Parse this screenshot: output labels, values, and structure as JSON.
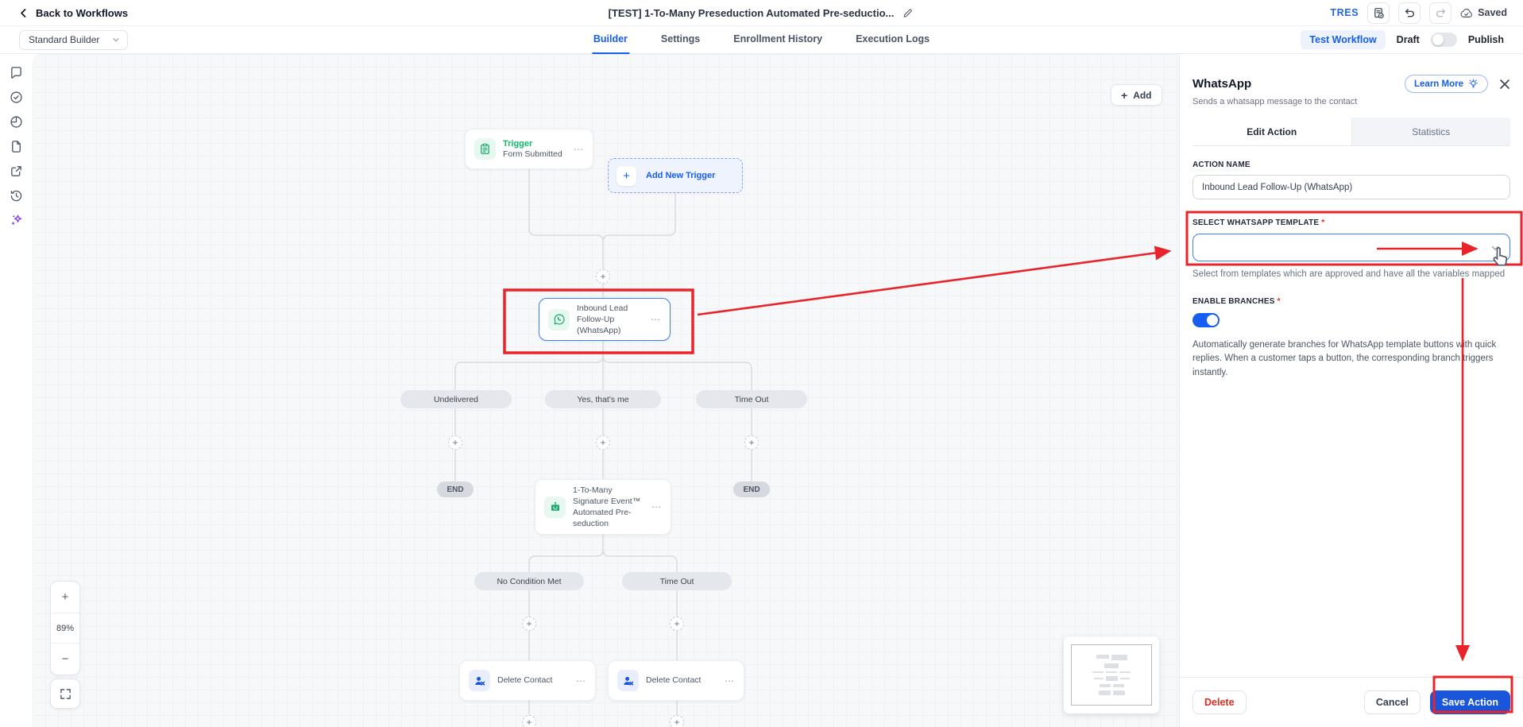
{
  "topbar": {
    "back_label": "Back to Workflows",
    "title": "[TEST] 1-To-Many Preseduction Automated Pre-seductio...",
    "logo": "TRES",
    "saved_label": "Saved"
  },
  "toolbar": {
    "builder_select": "Standard Builder",
    "tabs": [
      {
        "label": "Builder"
      },
      {
        "label": "Settings"
      },
      {
        "label": "Enrollment History"
      },
      {
        "label": "Execution Logs"
      }
    ],
    "test_workflow": "Test Workflow",
    "draft_label": "Draft",
    "publish_label": "Publish"
  },
  "canvas": {
    "add_button": "Add",
    "zoom_level": "89%",
    "trigger_node": {
      "title": "Trigger",
      "subtitle": "Form Submitted"
    },
    "add_new_trigger": "Add New Trigger",
    "whatsapp_node": {
      "label": "Inbound Lead Follow-Up (WhatsApp)"
    },
    "branches": [
      "Undelivered",
      "Yes, that's me",
      "Time Out"
    ],
    "end_label": "END",
    "signature_node": {
      "label": "1-To-Many Signature Event™ Automated Pre-seduction"
    },
    "bottom_branches": [
      "No Condition Met",
      "Time Out"
    ],
    "delete_nodes": [
      "Delete Contact",
      "Delete Contact"
    ]
  },
  "panel": {
    "title": "WhatsApp",
    "subtitle": "Sends a whatsapp message to the contact",
    "learn_more": "Learn More",
    "tabs": {
      "edit": "Edit Action",
      "stats": "Statistics"
    },
    "action_name": {
      "label": "ACTION NAME",
      "value": "Inbound Lead Follow-Up (WhatsApp)"
    },
    "template_select": {
      "label": "SELECT WHATSAPP TEMPLATE",
      "required": "*",
      "helper": "Select from templates which are approved and have all the variables mapped"
    },
    "enable_branches": {
      "label": "ENABLE BRANCHES",
      "required": "*",
      "description": "Automatically generate branches for WhatsApp template buttons with quick replies. When a customer taps a button, the corresponding branch triggers instantly."
    },
    "footer": {
      "delete": "Delete",
      "cancel": "Cancel",
      "save": "Save Action"
    }
  },
  "glyphs": {
    "plus": "+",
    "minus": "−",
    "dots": "⋯"
  },
  "colors": {
    "accent": "#155eef",
    "green": "#12b76a",
    "annotation_red": "#e8242a",
    "danger": "#d92d20"
  }
}
